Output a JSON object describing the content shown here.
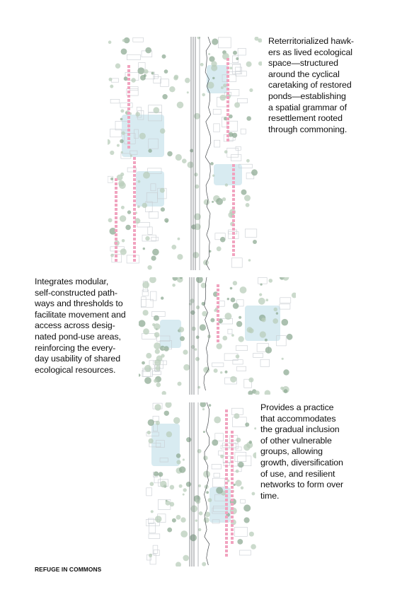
{
  "captions": {
    "top": "Reterritorialized hawk-\ners as lived ecological\nspace—structured\naround the cyclical\ncaretaking of restored\nponds—establishing\na spatial grammar of\nresettlement rooted\nthrough commoning.",
    "middle": "Integrates modular,\nself-constructed path-\nways and thresholds to\nfacilitate movement and\naccess across desig-\nnated pond-use areas,\nreinforcing the every-\nday usability of shared\necological resources.",
    "bottom": "Provides a practice\nthat accommodates\nthe gradual inclusion\nof other vulnerable\ngroups, allowing\ngrowth, diversification\nof use, and resilient\nnetworks to form over\ntime."
  },
  "footer": {
    "label": "REFUGE IN COMMONS"
  },
  "colors": {
    "pond": "#d8ebf1",
    "tree": "#b9cdbb",
    "tree_dark": "#8fab94",
    "stall": "#f1a3bf",
    "line": "#6f7378",
    "footprint": "#c9cdd2"
  }
}
